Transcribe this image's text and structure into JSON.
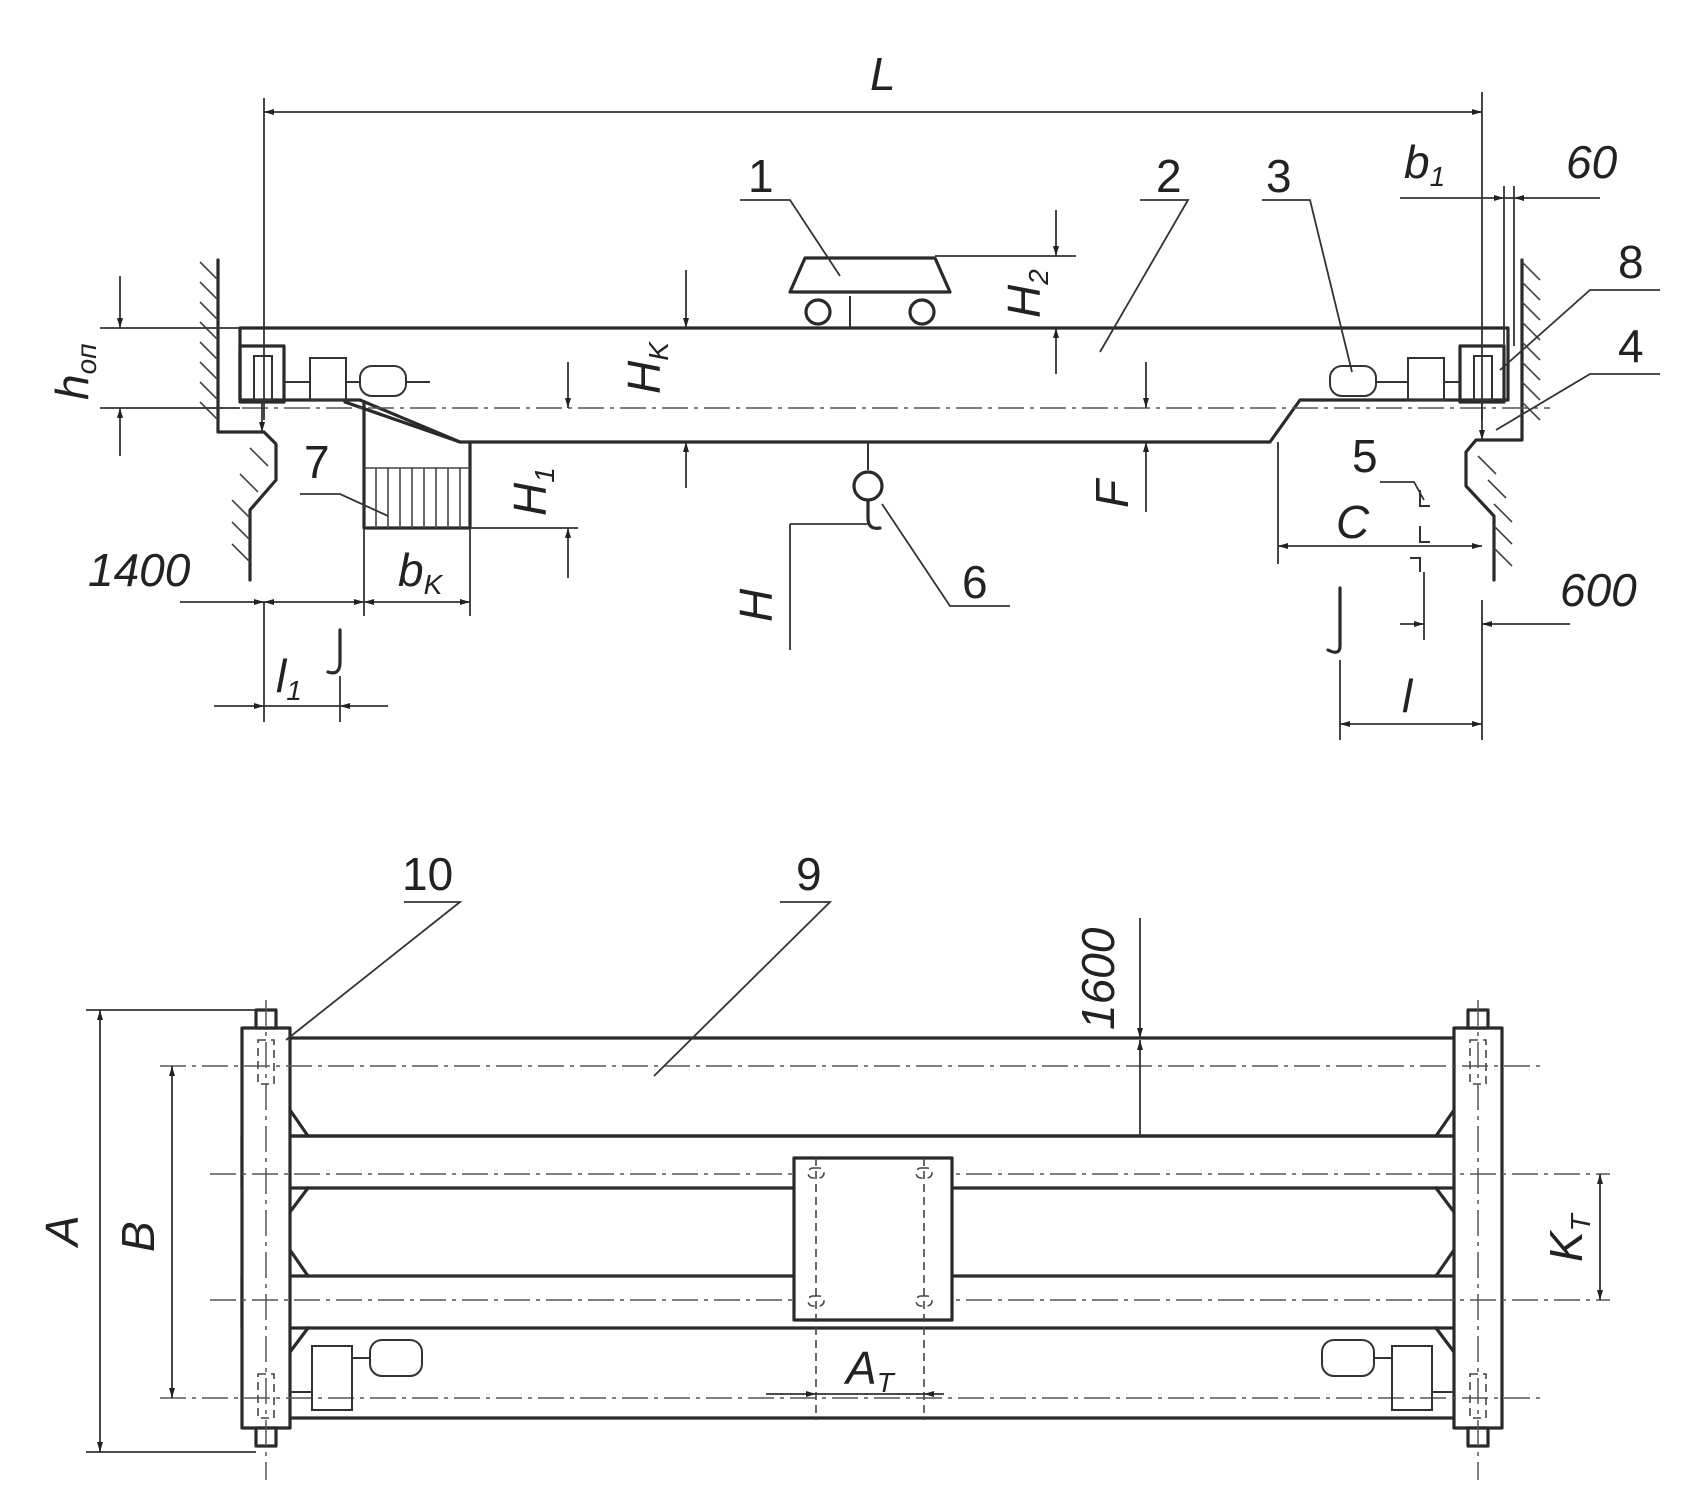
{
  "labels": {
    "L": "L",
    "b1": "b",
    "b1_sub": "1",
    "d60": "60",
    "hon": "h",
    "hon_sub": "оп",
    "Hk": "H",
    "Hk_sub": "K",
    "H2": "H",
    "H2_sub": "2",
    "H1": "H",
    "H1_sub": "1",
    "F": "F",
    "C": "C",
    "H": "H",
    "d1400": "1400",
    "bk": "b",
    "bk_sub": "K",
    "l1": "l",
    "l1_sub": "1",
    "d600": "600",
    "l": "l",
    "A": "A",
    "B": "B",
    "d1600": "1600",
    "Kt": "K",
    "Kt_sub": "T",
    "At": "A",
    "At_sub": "T"
  },
  "callouts": [
    "1",
    "2",
    "3",
    "4",
    "5",
    "6",
    "7",
    "8",
    "9",
    "10"
  ]
}
